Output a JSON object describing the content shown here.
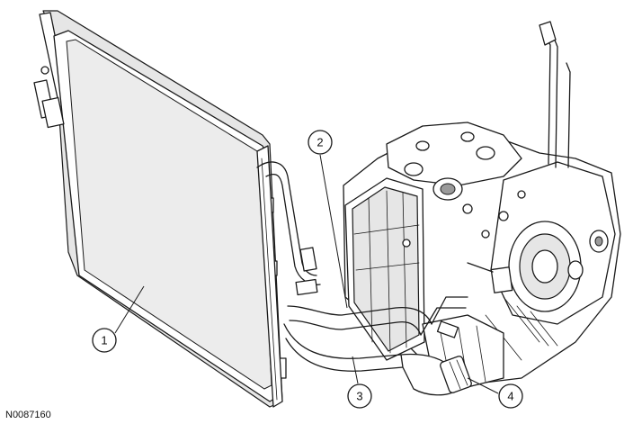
{
  "figure_id": "N0087160",
  "callouts": [
    "1",
    "2",
    "3",
    "4"
  ]
}
